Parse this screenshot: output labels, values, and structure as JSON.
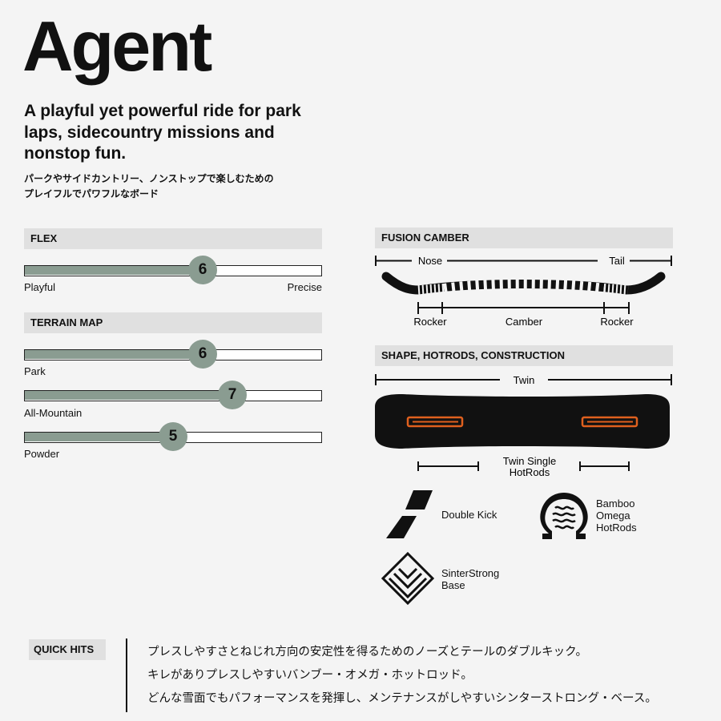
{
  "header": {
    "title": "Agent",
    "tagline": "A playful yet powerful ride for park laps, sidecountry missions and nonstop fun.",
    "tagline_jp_1": "パークやサイドカントリー、ノンストップで楽しむための",
    "tagline_jp_2": "プレイフルでパワフルなボード"
  },
  "flex": {
    "heading": "FLEX",
    "value": 6,
    "value_label": "6",
    "scale_max": 10,
    "left_label": "Playful",
    "right_label": "Precise"
  },
  "terrain_map": {
    "heading": "TERRAIN MAP",
    "scale_max": 10,
    "items": [
      {
        "label": "Park",
        "value": 6,
        "value_label": "6"
      },
      {
        "label": "All-Mountain",
        "value": 7,
        "value_label": "7"
      },
      {
        "label": "Powder",
        "value": 5,
        "value_label": "5"
      }
    ]
  },
  "camber": {
    "heading": "FUSION CAMBER",
    "nose_label": "Nose",
    "tail_label": "Tail",
    "zones": [
      "Rocker",
      "Camber",
      "Rocker"
    ]
  },
  "shape": {
    "heading": "SHAPE, HOTRODS, CONSTRUCTION",
    "shape_label": "Twin",
    "hotrods_label_1": "Twin Single",
    "hotrods_label_2": "HotRods",
    "accent_color": "#e0601e",
    "features": [
      {
        "icon": "double-kick-icon",
        "label_lines": [
          "Double Kick"
        ]
      },
      {
        "icon": "bamboo-omega-icon",
        "label_lines": [
          "Bamboo",
          "Omega",
          "HotRods"
        ]
      },
      {
        "icon": "sinterstrong-base-icon",
        "label_lines": [
          "SinterStrong",
          "Base"
        ]
      }
    ]
  },
  "quick_hits": {
    "heading": "QUICK HITS",
    "lines": [
      "プレスしやすさとねじれ方向の安定性を得るためのノーズとテールのダブルキック。",
      "キレがありプレスしやすいバンブー・オメガ・ホットロッド。",
      "どんな雪面でもパフォーマンスを発揮し、メンテナンスがしやすいシンターストロング・ベース。"
    ]
  }
}
